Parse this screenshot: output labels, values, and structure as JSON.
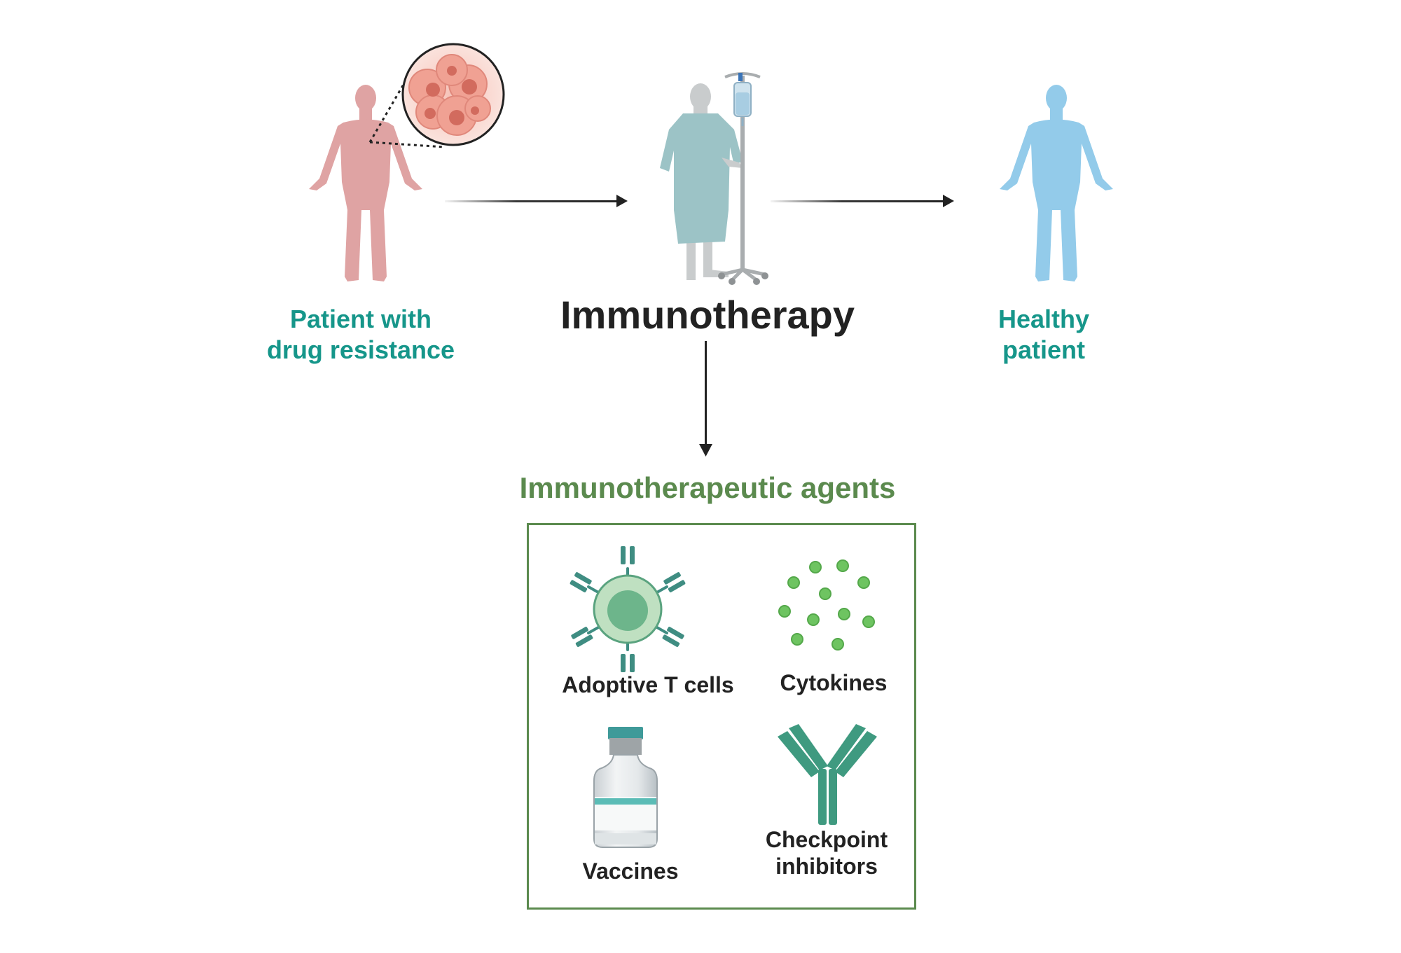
{
  "stages": {
    "patient_label_line1": "Patient with",
    "patient_label_line2": "drug resistance",
    "therapy_label": "Immunotherapy",
    "healthy_label_line1": "Healthy",
    "healthy_label_line2": "patient"
  },
  "agents": {
    "title": "Immunotherapeutic agents",
    "t_cells": "Adoptive T cells",
    "cytokines": "Cytokines",
    "vaccines": "Vaccines",
    "checkpoint_line1": "Checkpoint",
    "checkpoint_line2": "inhibitors"
  },
  "colors": {
    "teal_text": "#16968a",
    "agents_green": "#5b8a4e",
    "sick_body": "#dfa3a3",
    "healthy_body": "#93cbea",
    "gown": "#9cc3c6",
    "agent_green": "#5aa37f"
  },
  "icons": [
    "sick-body-icon",
    "cancer-cells-icon",
    "hospital-patient-icon",
    "iv-drip-icon",
    "healthy-body-icon",
    "t-cell-icon",
    "cytokine-dots-icon",
    "vaccine-vial-icon",
    "antibody-icon"
  ]
}
